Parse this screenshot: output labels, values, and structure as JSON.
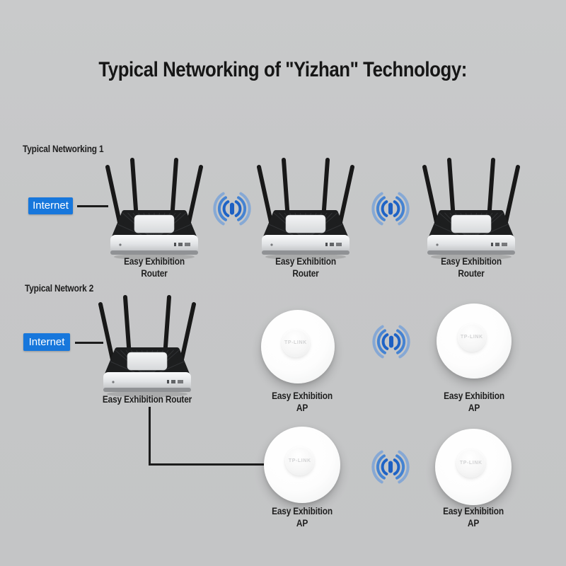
{
  "title": "Typical Networking of \"Yizhan\" Technology:",
  "colors": {
    "background": "#c6c7c8",
    "title_text": "#161616",
    "internet_badge_bg": "#1777dc",
    "internet_badge_text": "#ffffff",
    "wifi_signal_blue": "#1e63c6",
    "connector_line": "#1c1c1c",
    "router_body": "#1d1e1f",
    "router_base_silver": "#d9dbdd",
    "ap_white": "#fbfbfb"
  },
  "icons": {
    "wifi_bridge": "wifi-bridge-signal-icon",
    "router": "wireless-router-illustration",
    "access_point": "ceiling-ap-illustration"
  },
  "section1": {
    "label": "Typical Networking 1",
    "internet_label": "Internet",
    "routers": [
      {
        "line1": "Easy Exhibition",
        "line2": "Router"
      },
      {
        "line1": "Easy Exhibition",
        "line2": "Router"
      },
      {
        "line1": "Easy Exhibition",
        "line2": "Router"
      }
    ]
  },
  "section2": {
    "label": "Typical Network 2",
    "internet_label": "Internet",
    "router_label": "Easy Exhibition Router",
    "ap_brand": "TP-LINK",
    "aps": [
      {
        "line1": "Easy Exhibition",
        "line2": "AP"
      },
      {
        "line1": "Easy Exhibition",
        "line2": "AP"
      },
      {
        "line1": "Easy Exhibition",
        "line2": "AP"
      },
      {
        "line1": "Easy Exhibition",
        "line2": "AP"
      }
    ]
  }
}
